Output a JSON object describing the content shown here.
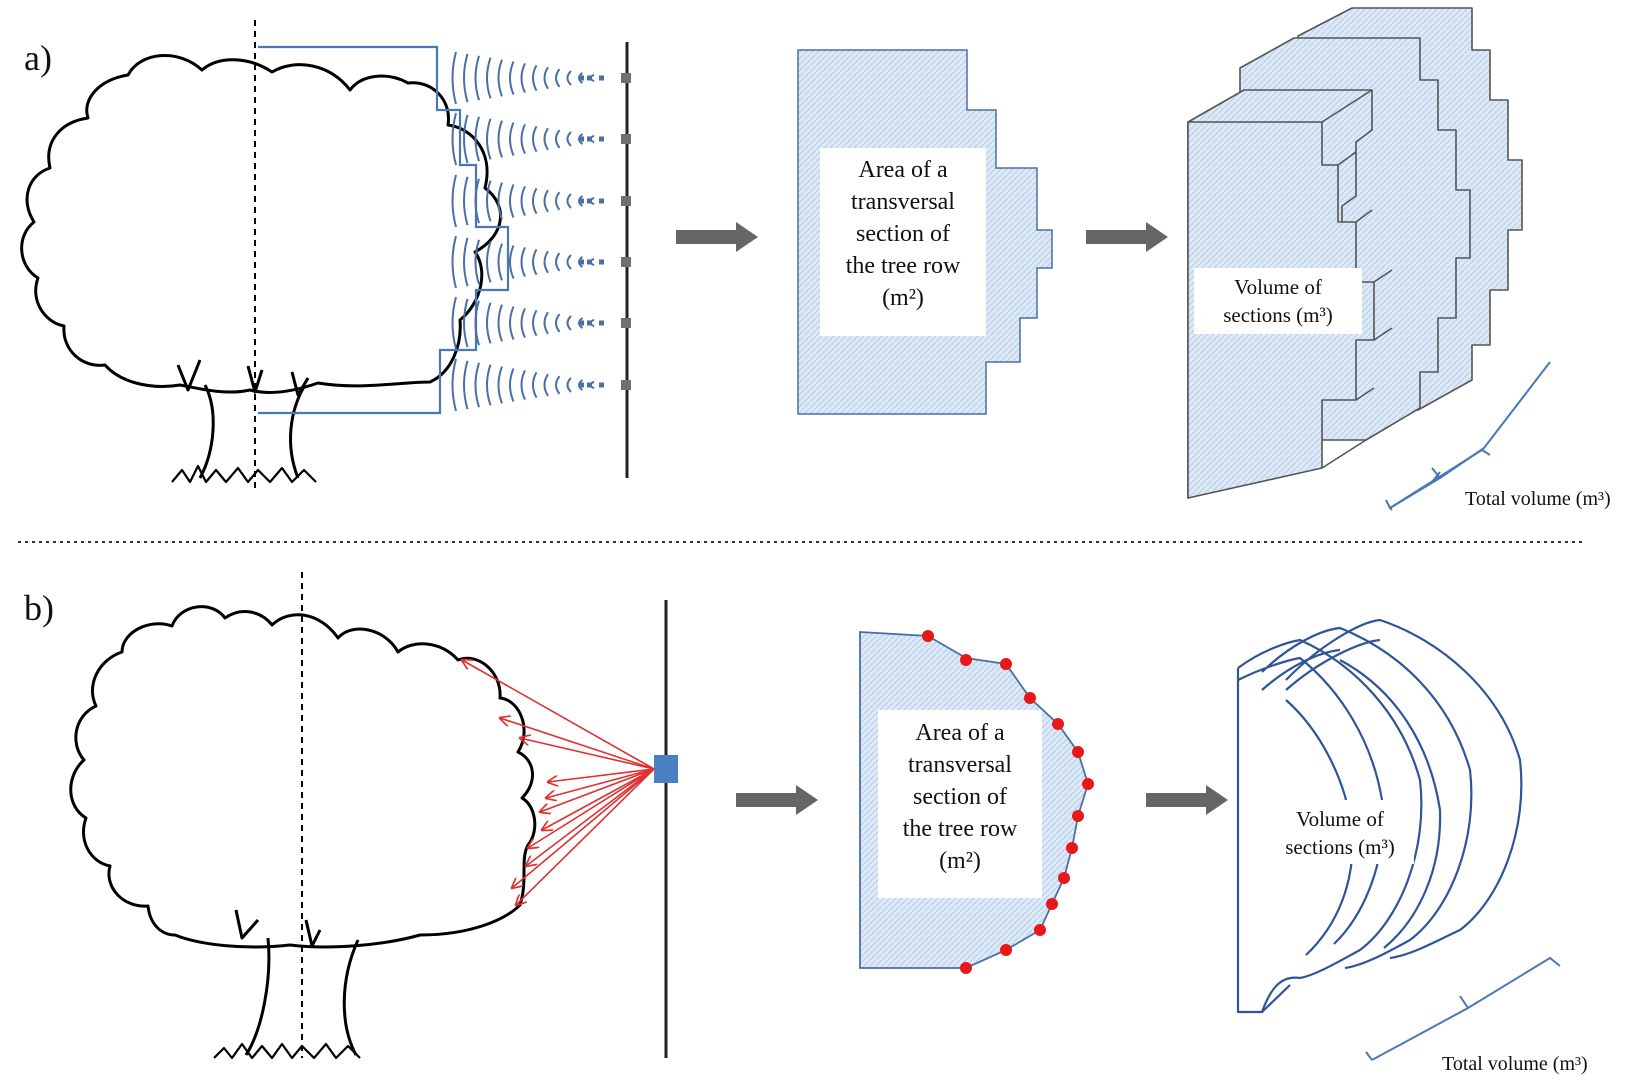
{
  "panel_a": {
    "label": "a)",
    "area_text": [
      "Area of a",
      "transversal",
      "section of",
      "the tree row",
      "(m²)"
    ],
    "volume_text": [
      "Volume of",
      "sections (m³)"
    ],
    "total_text": "Total volume (m³)"
  },
  "panel_b": {
    "label": "b)",
    "area_text": [
      "Area of a",
      "transversal",
      "section of",
      "the tree row",
      "(m²)"
    ],
    "volume_text": [
      "Volume of",
      "sections (m³)"
    ],
    "total_text": "Total volume (m³)"
  },
  "colors": {
    "section_fill": "#dde9f6",
    "section_stroke": "#4a6fa5",
    "sensor_blue": "#4a7fc1",
    "laser_red": "#e03030",
    "arrow_gray": "#666666"
  },
  "icons": {
    "ultrasonic_sensor": "ultrasonic-sensor-icon",
    "lidar_sensor": "lidar-sensor-icon"
  }
}
